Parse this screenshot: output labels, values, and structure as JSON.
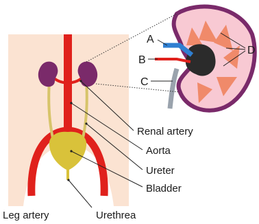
{
  "labels": {
    "renal_artery": "Renal artery",
    "aorta": "Aorta",
    "ureter": "Ureter",
    "bladder": "Bladder",
    "leg_artery": "Leg artery",
    "urethra": "Urethrea",
    "a": "A",
    "b": "B",
    "c": "C",
    "d": "D"
  },
  "colors": {
    "skin": "#fbe3d2",
    "artery": "#e0211c",
    "kidney": "#7a2a6a",
    "bladder": "#d9c23a",
    "ureter": "#d7c46a",
    "cortex": "#f2a7b8",
    "pyramid": "#f08a6a",
    "vein_blue": "#2f7fd1",
    "pelvis": "#2b2b2b"
  }
}
